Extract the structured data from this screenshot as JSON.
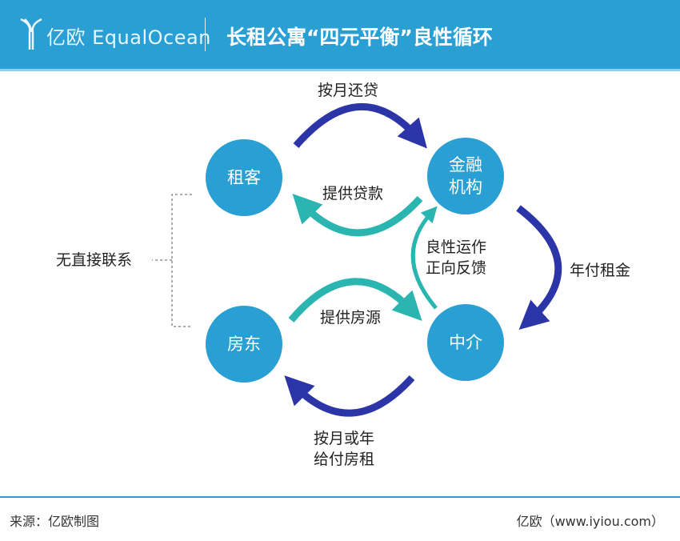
{
  "header": {
    "logo_text": "亿欧 EqualOcean",
    "title": "长租公寓“四元平衡”良性循环"
  },
  "nodes": {
    "tenant": "租客",
    "finance_line1": "金融",
    "finance_line2": "机构",
    "landlord": "房东",
    "agency": "中介"
  },
  "edges": {
    "monthly_repay": "按月还贷",
    "provide_loan": "提供贷款",
    "positive_line1": "良性运作",
    "positive_line2": "正向反馈",
    "annual_rent": "年付租金",
    "provide_housing": "提供房源",
    "rent_line1": "按月或年",
    "rent_line2": "给付房租",
    "no_direct": "无直接联系"
  },
  "colors": {
    "primary": "#2a9fd4",
    "navy": "#2b35a8",
    "teal": "#2bb5b0"
  },
  "footer": {
    "source": "来源：亿欧制图",
    "site": "亿欧（www.iyiou.com）"
  }
}
